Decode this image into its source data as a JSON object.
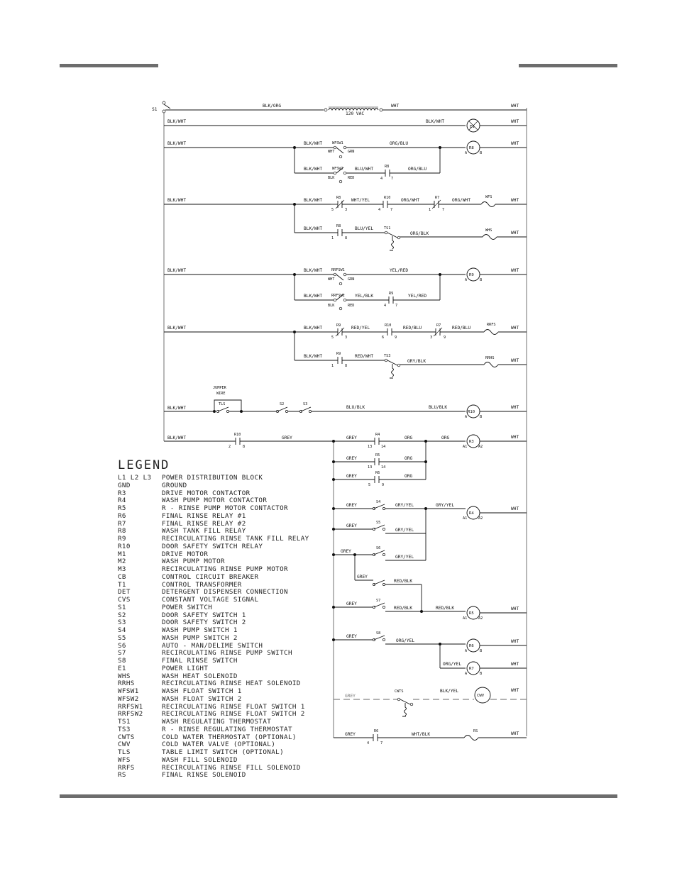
{
  "legend": {
    "title": "LEGEND",
    "items": [
      {
        "code": "L1 L2 L3",
        "desc": "POWER DISTRIBUTION BLOCK"
      },
      {
        "code": "GND",
        "desc": "GROUND"
      },
      {
        "code": "R3",
        "desc": "DRIVE MOTOR CONTACTOR"
      },
      {
        "code": "R4",
        "desc": "WASH PUMP MOTOR CONTACTOR"
      },
      {
        "code": "R5",
        "desc": "R - RINSE PUMP MOTOR CONTACTOR"
      },
      {
        "code": "R6",
        "desc": "FINAL RINSE RELAY #1"
      },
      {
        "code": "R7",
        "desc": "FINAL RINSE RELAY #2"
      },
      {
        "code": "R8",
        "desc": "WASH TANK FILL RELAY"
      },
      {
        "code": "R9",
        "desc": "RECIRCULATING RINSE TANK FILL RELAY"
      },
      {
        "code": "R10",
        "desc": "DOOR SAFETY SWITCH RELAY"
      },
      {
        "code": "M1",
        "desc": "DRIVE MOTOR"
      },
      {
        "code": "M2",
        "desc": "WASH PUMP MOTOR"
      },
      {
        "code": "M3",
        "desc": "RECIRCULATING RINSE PUMP MOTOR"
      },
      {
        "code": "CB",
        "desc": "CONTROL CIRCUIT BREAKER"
      },
      {
        "code": "T1",
        "desc": "CONTROL TRANSFORMER"
      },
      {
        "code": "DET",
        "desc": "DETERGENT DISPENSER CONNECTION"
      },
      {
        "code": "CVS",
        "desc": "CONSTANT VOLTAGE SIGNAL"
      },
      {
        "code": "S1",
        "desc": "POWER SWITCH"
      },
      {
        "code": "S2",
        "desc": "DOOR SAFETY SWITCH 1"
      },
      {
        "code": "S3",
        "desc": "DOOR SAFETY SWITCH 2"
      },
      {
        "code": "S4",
        "desc": "WASH PUMP SWITCH 1"
      },
      {
        "code": "S5",
        "desc": "WASH PUMP SWITCH 2"
      },
      {
        "code": "S6",
        "desc": "AUTO - MAN/DELIME SWITCH"
      },
      {
        "code": "S7",
        "desc": "RECIRCULATING RINSE PUMP SWITCH"
      },
      {
        "code": "S8",
        "desc": "FINAL RINSE SWITCH"
      },
      {
        "code": "E1",
        "desc": "POWER LIGHT"
      },
      {
        "code": "WHS",
        "desc": "WASH HEAT SOLENOID"
      },
      {
        "code": "RRHS",
        "desc": "RECIRCULATING RINSE HEAT SOLENOID"
      },
      {
        "code": "WFSW1",
        "desc": "WASH FLOAT SWITCH 1"
      },
      {
        "code": "WFSW2",
        "desc": "WASH FLOAT SWITCH 2"
      },
      {
        "code": "RRFSW1",
        "desc": "RECIRCULATING RINSE FLOAT SWITCH 1"
      },
      {
        "code": "RRFSW2",
        "desc": "RECIRCULATING RINSE FLOAT SWITCH 2"
      },
      {
        "code": "TS1",
        "desc": "WASH REGULATING THERMOSTAT"
      },
      {
        "code": "TS3",
        "desc": "R - RINSE REGULATING THERMOSTAT"
      },
      {
        "code": "CWTS",
        "desc": "COLD WATER THERMOSTAT (OPTIONAL)"
      },
      {
        "code": "CWV",
        "desc": "COLD WATER VALVE (OPTIONAL)"
      },
      {
        "code": "TLS",
        "desc": "TABLE LIMIT SWITCH (OPTIONAL)"
      },
      {
        "code": "WFS",
        "desc": "WASH FILL SOLENOID"
      },
      {
        "code": "RRFS",
        "desc": "RECIRCULATING RINSE FILL SOLENOID"
      },
      {
        "code": "RS",
        "desc": "FINAL RINSE SOLENOID"
      }
    ]
  },
  "labels": {
    "s1": "S1",
    "transformer": "120 VAC",
    "e1": "E1",
    "jumper1": "JUMPER",
    "jumper2": "WIRE",
    "tls": "TLS",
    "s2": "S2",
    "s3": "S3",
    "s4": "S4",
    "s5": "S5",
    "s6": "S6",
    "s7": "S7",
    "s8": "S8",
    "wfsw1": "WFSW1",
    "wfsw2": "WFSW2",
    "rrfsw1": "RRFSW1",
    "rrfsw2": "RRFSW2",
    "ts1": "TS1",
    "ts3": "TS3",
    "cwts": "CWTS",
    "cwv": "CWV",
    "wfs": "WFS",
    "whs": "WHS",
    "rrfs": "RRFS",
    "rrhs": "RRHS",
    "r3": "R3",
    "r4": "R4",
    "r5": "R5",
    "r6": "R6",
    "r7": "R7",
    "r8": "R8",
    "r9": "R9",
    "r10": "R10",
    "rs": "RS"
  },
  "wires": {
    "blk_org": "BLK/ORG",
    "blk_wht": "BLK/WHT",
    "wht": "WHT",
    "grn": "GRN",
    "blk": "BLK",
    "red": "RED",
    "org_blu": "ORG/BLU",
    "blu_wht": "BLU/WHT",
    "wht_yel": "WHT/YEL",
    "org_wht": "ORG/WHT",
    "org_blk": "ORG/BLK",
    "blu_yel": "BLU/YEL",
    "yel_red": "YEL/RED",
    "yel_blk": "YEL/BLK",
    "red_yel": "RED/YEL",
    "red_blu": "RED/BLU",
    "red_wht": "RED/WHT",
    "gry_blk": "GRY/BLK",
    "blu_blk": "BLU/BLK",
    "grey": "GREY",
    "org": "ORG",
    "gry_yel": "GRY/YEL",
    "red_blk": "RED/BLK",
    "org_yel": "ORG/YEL",
    "blk_yel": "BLK/YEL",
    "wht_blk": "WHT/BLK"
  },
  "terminals": {
    "t1": "1",
    "t2": "2",
    "t3": "3",
    "t4": "4",
    "t5": "5",
    "t6": "6",
    "t7": "7",
    "t8": "8",
    "t9": "9",
    "t13": "13",
    "t14": "14",
    "a": "A",
    "b": "B",
    "a1": "A1",
    "a2": "A2"
  }
}
